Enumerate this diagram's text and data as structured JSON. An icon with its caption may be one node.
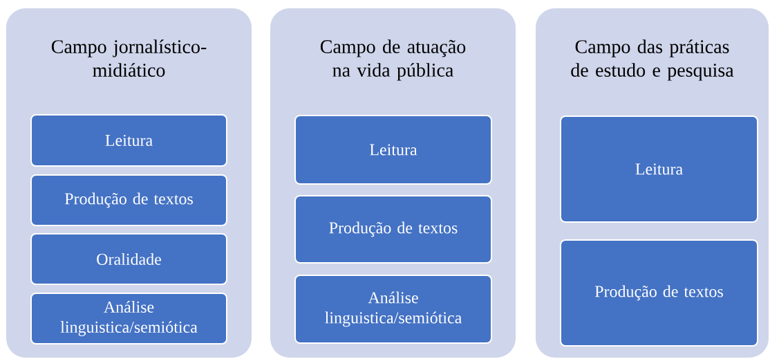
{
  "diagram": {
    "nodes": [
      {
        "text": [
          "Campo jornalístico-midiático"
        ]
      },
      {
        "text": [
          "Leitura"
        ],
        "in": 0
      },
      {
        "text": [
          "Produção de textos"
        ],
        "in": 0
      },
      {
        "text": [
          "Oralidade"
        ],
        "in": 0
      },
      {
        "text": [
          "Análise linguistica/semiótica"
        ],
        "in": 0
      },
      {
        "text": [
          "Campo de atuação na vida pública"
        ]
      },
      {
        "text": [
          "Leitura"
        ],
        "in": 5
      },
      {
        "text": [
          "Produção de textos"
        ],
        "in": 5
      },
      {
        "text": [
          "Análise linguistica/semiótica"
        ],
        "in": 5
      },
      {
        "text": [
          "Campo das práticas de estudo e pesquisa"
        ]
      },
      {
        "text": [
          "Leitura"
        ],
        "in": 9
      },
      {
        "text": [
          "Produção de textos"
        ],
        "in": 9
      }
    ]
  }
}
